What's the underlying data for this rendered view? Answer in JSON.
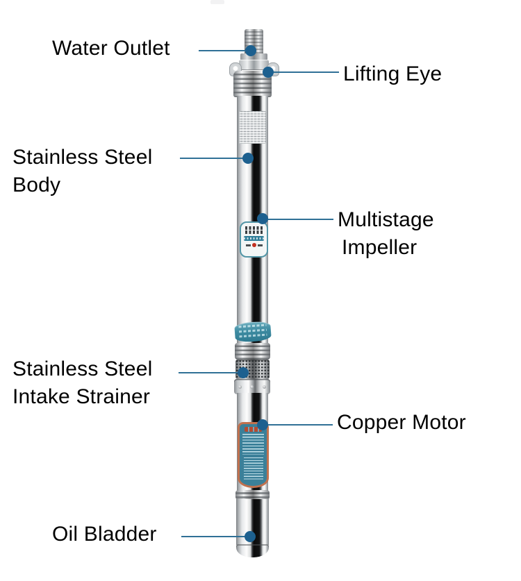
{
  "title": "Submersible deep well pump parts diagram",
  "colors": {
    "background": "#ffffff",
    "label_text": "#000000",
    "leader_line": "#2f7096",
    "marker_dot": "#1d608f",
    "badge_border_teal": "#5295a6",
    "badge_banner_teal": "#2f7e99",
    "wrap_band_teal": "#3d8ba1",
    "motor_label_teal": "#3b8099",
    "motor_label_copper_border": "#c1714e",
    "badge_logo_red": "#c23021"
  },
  "labels": {
    "water_outlet": "Water Outlet",
    "lifting_eye": "Lifting Eye",
    "body_line1": "Stainless Steel",
    "body_line2": "Body",
    "impeller_line1": "Multistage",
    "impeller_line2": "Impeller",
    "strainer_line1": "Stainless Steel",
    "strainer_line2": "Intake Strainer",
    "copper_motor": "Copper Motor",
    "oil_bladder": "Oil Bladder"
  },
  "pump_parts": [
    "water-outlet-pipe",
    "outlet-collar",
    "hex-nut",
    "lifting-eye-lug-left",
    "lifting-eye-lug-right",
    "ribbed-top-cap",
    "spec-nameplate",
    "stainless-steel-body",
    "brand-badge",
    "teal-wrap-label",
    "ribbed-ring",
    "intake-strainer-mesh",
    "coupling-flange",
    "copper-motor-section",
    "motor-spec-label",
    "lower-groove-ring",
    "oil-bladder-section",
    "bottom-cap"
  ]
}
